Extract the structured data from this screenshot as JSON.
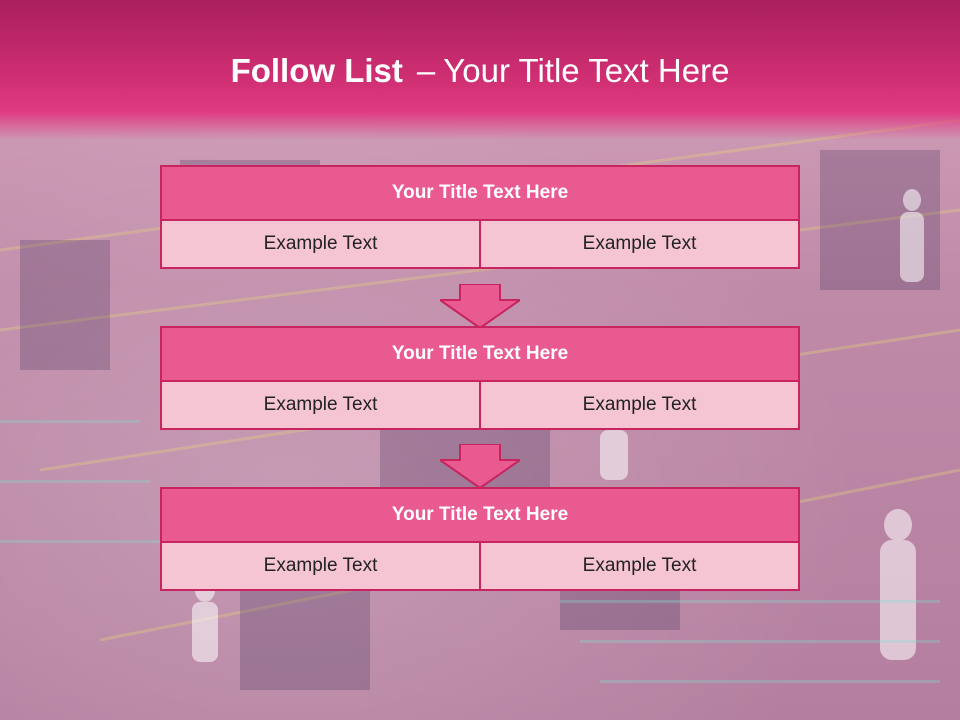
{
  "slide": {
    "title_bold": "Follow List",
    "title_dash": "–",
    "title_rest": "Your Title Text Here"
  },
  "blocks": [
    {
      "title": "Your Title Text Here",
      "left": "Example Text",
      "right": "Example Text"
    },
    {
      "title": "Your Title Text Here",
      "left": "Example Text",
      "right": "Example Text"
    },
    {
      "title": "Your Title Text Here",
      "left": "Example Text",
      "right": "Example Text"
    }
  ],
  "colors": {
    "header": "#d02e72",
    "block_title": "#e85a90",
    "block_border": "#c8245f",
    "cell": "#f6c5d4",
    "arrow": "#e85a90"
  },
  "icons": [
    "down-arrow-icon"
  ]
}
